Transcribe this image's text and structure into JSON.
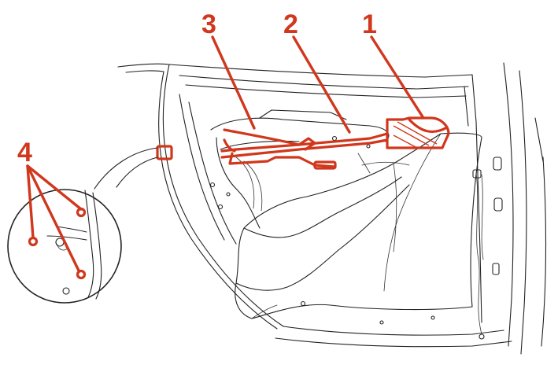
{
  "colors": {
    "accent": "#d0371c",
    "line": "#222222",
    "background": "#ffffff"
  },
  "callouts": [
    {
      "id": "1",
      "label": "1"
    },
    {
      "id": "2",
      "label": "2"
    },
    {
      "id": "3",
      "label": "3"
    },
    {
      "id": "4",
      "label": "4"
    }
  ]
}
